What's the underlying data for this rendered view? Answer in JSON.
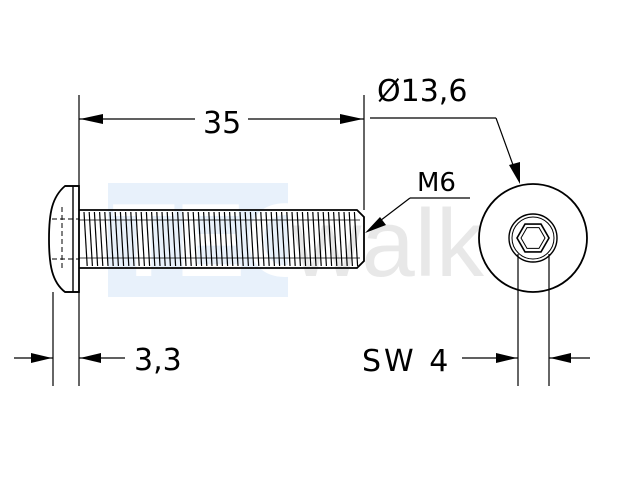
{
  "dimensions": {
    "length": "35",
    "head_diameter": "Ø13,6",
    "thread": "M6",
    "head_height": "3,3",
    "socket_size": "SW 4"
  },
  "watermark": {
    "text_left": "TEO",
    "text_right": "walker"
  },
  "colors": {
    "line": "#000000",
    "watermark_box": "#e8f1fb",
    "watermark_text_left": "#ffffff",
    "watermark_text_right": "#d6d6d6"
  }
}
